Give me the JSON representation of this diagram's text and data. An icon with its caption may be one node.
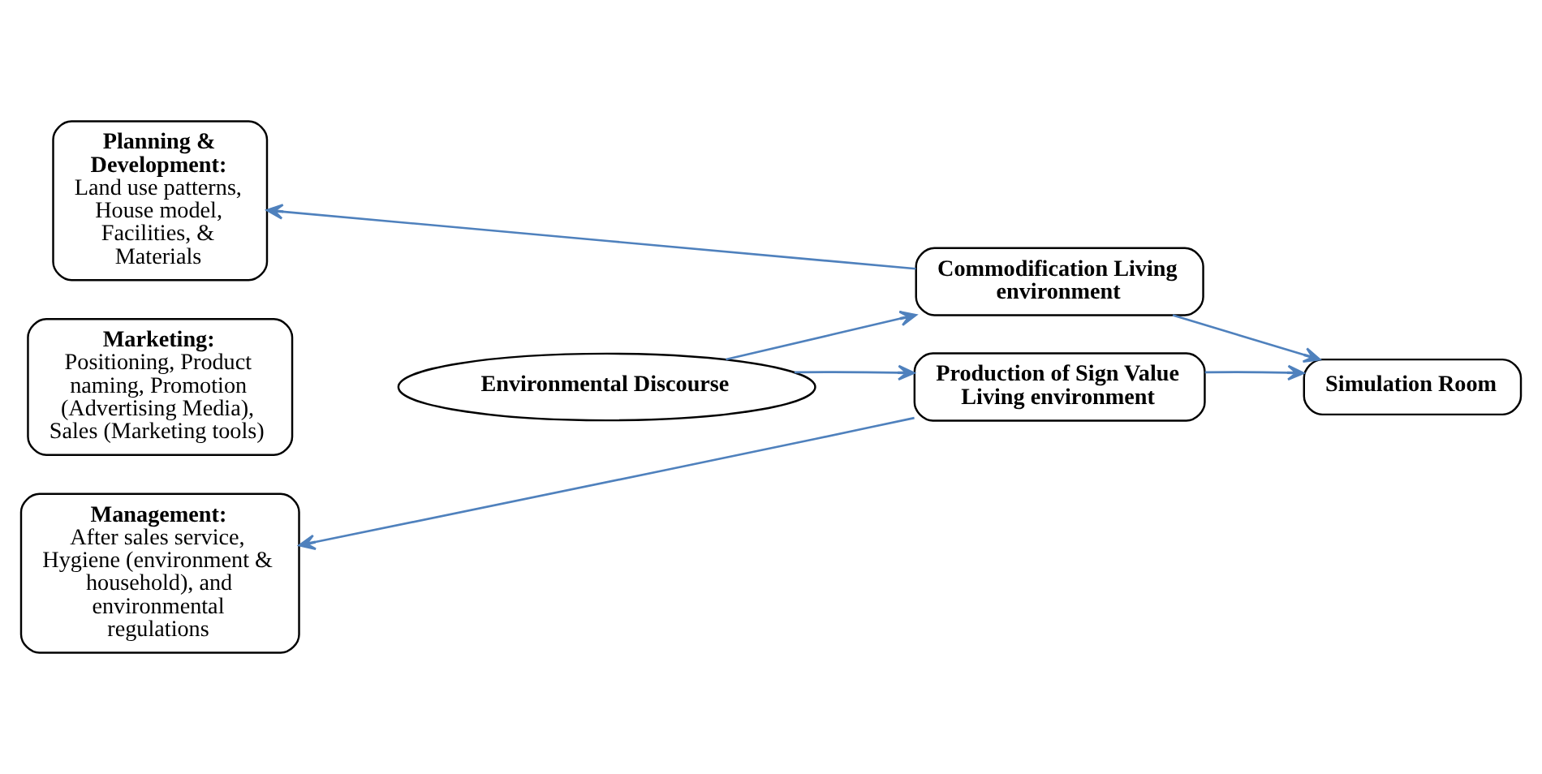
{
  "diagram": {
    "nodes": [
      {
        "text": [
          "Planning & Development:",
          "Land use patterns, House model, Facilities, & Materials"
        ]
      },
      {
        "text": [
          "Marketing:",
          "Positioning, Product naming, Promotion (Advertising Media), Sales (Marketing tools)"
        ]
      },
      {
        "text": [
          "Management:",
          "After sales service, Hygiene (environment & household), and environmental regulations"
        ]
      },
      {
        "text": [
          "Commodification Living environment"
        ]
      },
      {
        "text": [
          "Environmental Discourse"
        ]
      },
      {
        "text": [
          "Production of Sign Value Living environment"
        ]
      },
      {
        "text": [
          "Simulation Room"
        ]
      }
    ],
    "edges": [
      {
        "from": 3,
        "to": 0,
        "arrow": "to"
      },
      {
        "from": 4,
        "to": 3,
        "arrow": "to"
      },
      {
        "from": 4,
        "to": 5,
        "arrow": "to"
      },
      {
        "from": 5,
        "to": 2,
        "arrow": "to"
      },
      {
        "from": 3,
        "to": 6,
        "arrow": "to"
      },
      {
        "from": 5,
        "to": 6,
        "arrow": "to"
      }
    ]
  }
}
